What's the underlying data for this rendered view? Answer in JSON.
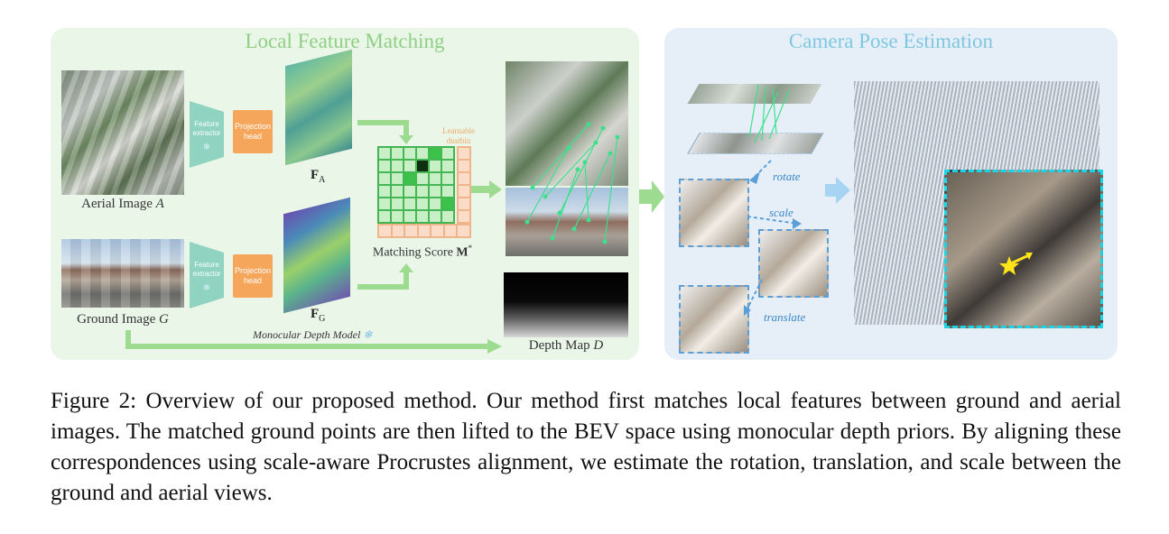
{
  "figure": {
    "left_panel_title": "Local Feature Matching",
    "right_panel_title": "Camera Pose Estimation",
    "aerial_label": "Aerial Image",
    "aerial_var": "A",
    "ground_label": "Ground Image",
    "ground_var": "G",
    "feature_extractor_label": "Feature extractor",
    "projection_head_label": "Projection head",
    "fa_label": "F",
    "fa_sub": "A",
    "fg_label": "F",
    "fg_sub": "G",
    "learnable_dustbin": "Learnable dustbin",
    "matching_score_label": "Matching Score",
    "matching_score_var": "M",
    "matching_score_sup": "*",
    "depth_model_label": "Monocular Depth Model",
    "depth_map_label": "Depth Map",
    "depth_map_var": "D",
    "rotate_label": "rotate",
    "scale_label": "scale",
    "translate_label": "translate"
  },
  "caption": {
    "text": "Figure 2: Overview of our proposed method. Our method first matches local features between ground and aerial images. The matched ground points are then lifted to the BEV space using monocular depth priors. By aligning these correspondences using scale-aware Procrustes alignment, we estimate the rotation, translation, and scale between the ground and aerial views."
  },
  "colors": {
    "left_panel_bg": "#eaf6e8",
    "right_panel_bg": "#e6eff8",
    "green_accent": "#8fcf84",
    "blue_accent": "#7fc7e0",
    "orange_accent": "#f5a65b",
    "cyan_inset": "#19d3e6"
  }
}
